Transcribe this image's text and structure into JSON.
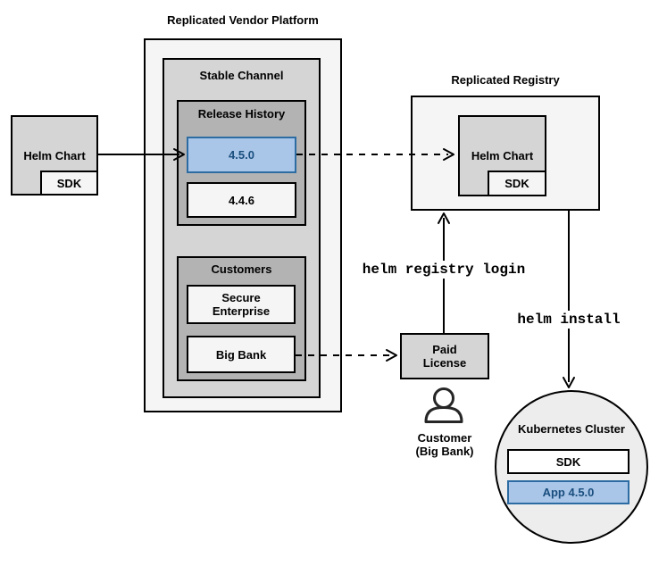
{
  "colors": {
    "background": "#FFFFFF",
    "light_gray_fill": "#F5F5F5",
    "mid_gray_fill": "#D5D5D5",
    "dark_gray_fill": "#B3B3B3",
    "circle_fill": "#EDEDED",
    "blue_fill": "#A9C6E8",
    "blue_border": "#2D6CA2",
    "blue_text": "#1A4E7E",
    "line_color": "#000000"
  },
  "vendor_platform": {
    "title": "Replicated Vendor Platform",
    "stable_channel": {
      "label": "Stable Channel",
      "release_history": {
        "label": "Release History",
        "releases": [
          {
            "version": "4.5.0",
            "highlighted": true
          },
          {
            "version": "4.4.6",
            "highlighted": false
          }
        ]
      },
      "customers": {
        "label": "Customers",
        "items": [
          {
            "name": "Secure Enterprise"
          },
          {
            "name": "Big Bank"
          }
        ]
      }
    }
  },
  "source_chart": {
    "label": "Helm Chart",
    "sdk": "SDK"
  },
  "registry": {
    "title": "Replicated Registry",
    "chart_label": "Helm Chart",
    "sdk": "SDK"
  },
  "paid_license": {
    "label": "Paid License"
  },
  "customer": {
    "label": "Customer (Big Bank)"
  },
  "commands": {
    "login": "helm registry login",
    "install": "helm install"
  },
  "cluster": {
    "title": "Kubernetes Cluster",
    "sdk": "SDK",
    "app": "App 4.5.0"
  }
}
